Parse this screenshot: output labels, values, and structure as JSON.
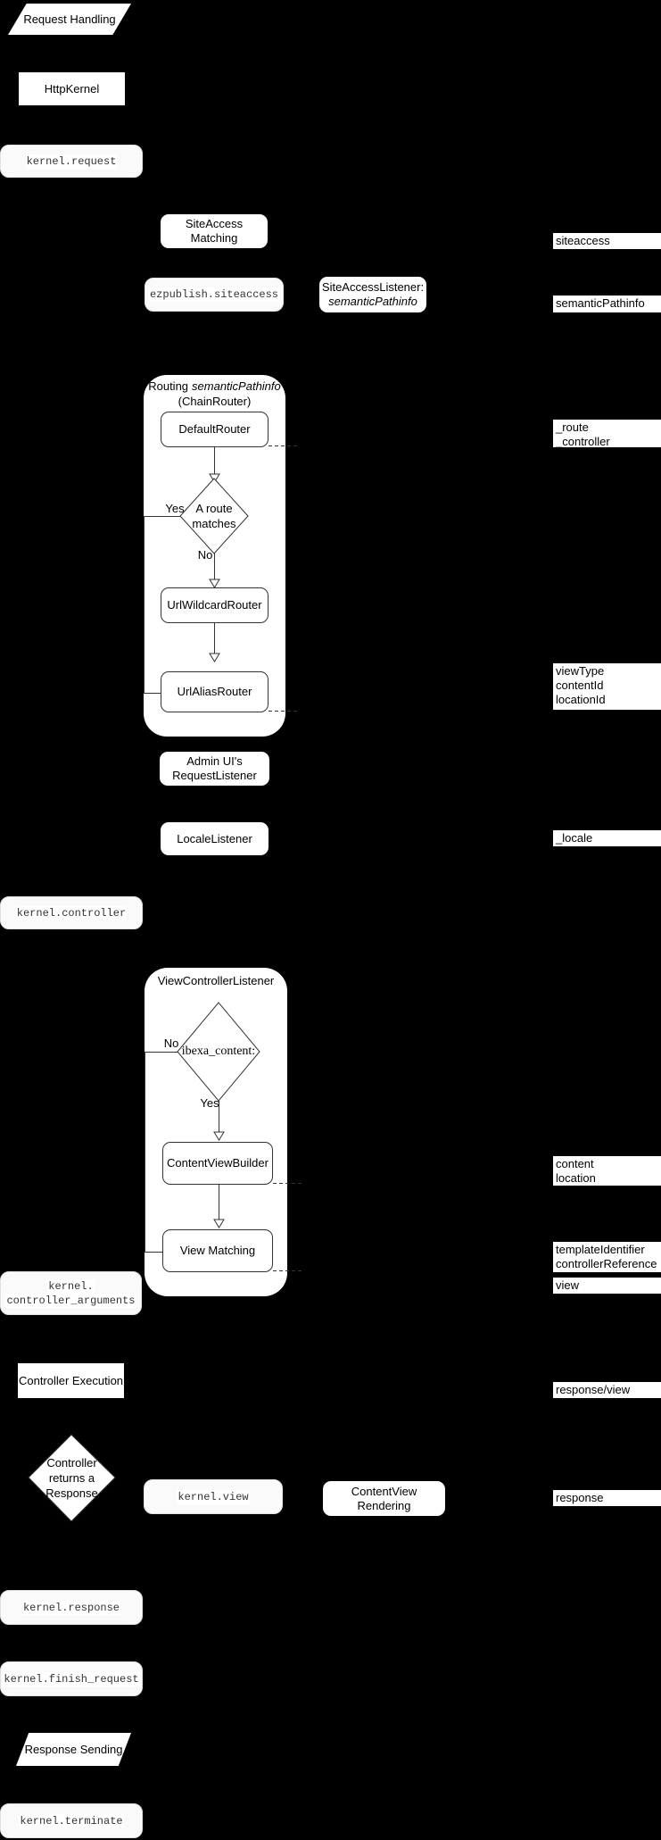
{
  "colors": {
    "background": "#000000",
    "node_fill": "#ffffff",
    "event_fill": "#fafafa",
    "edge": "#333333"
  },
  "nodes": {
    "request_handling": "Request Handling",
    "http_kernel": "HttpKernel",
    "kernel_request": "kernel.request",
    "siteaccess_matching": "SiteAccess Matching",
    "ezpublish_siteaccess": "ezpublish.siteaccess",
    "siteaccess_listener_line1": "SiteAccessListener:",
    "siteaccess_listener_line2": "semanticPathinfo",
    "admin_request_listener_line1": "Admin UI's",
    "admin_request_listener_line2": "RequestListener",
    "locale_listener": "LocaleListener",
    "kernel_controller": "kernel.controller",
    "kernel_controller_arguments_line1": "kernel.",
    "kernel_controller_arguments_line2": "controller_arguments",
    "controller_execution": "Controller Execution",
    "kernel_view": "kernel.view",
    "contentview_rendering": "ContentView Rendering",
    "kernel_response": "kernel.response",
    "kernel_finish_request": "kernel.finish_request",
    "response_sending": "Response Sending",
    "kernel_terminate": "kernel.terminate"
  },
  "routing_group": {
    "title_prefix": "Routing",
    "title_italic": "semanticPathinfo",
    "title_line2": "(ChainRouter)",
    "default_router": "DefaultRouter",
    "decision_line1": "A route",
    "decision_line2": "matches",
    "url_wildcard_router": "UrlWildcardRouter",
    "url_alias_router": "UrlAliasRouter"
  },
  "view_controller_group": {
    "title": "ViewControllerListener",
    "decision": "ibexa_content:",
    "content_view_builder": "ContentViewBuilder",
    "view_matching": "View Matching"
  },
  "decision_controller_returns": {
    "line1": "Controller",
    "line2": "returns a",
    "line3": "Response"
  },
  "edge_labels": {
    "yes": "Yes",
    "no": "No"
  },
  "right_labels": {
    "siteaccess": "siteaccess",
    "semantic_pathinfo": "semanticPathinfo",
    "route": "_route",
    "controller": "_controller",
    "view_type": "viewType",
    "content_id": "contentId",
    "location_id": "locationId",
    "locale": "_locale",
    "content": "content",
    "location": "location",
    "template_identifier": "templateIdentifier",
    "controller_reference": "controllerReference",
    "view": "view",
    "response_view": "response/view",
    "response": "response"
  }
}
